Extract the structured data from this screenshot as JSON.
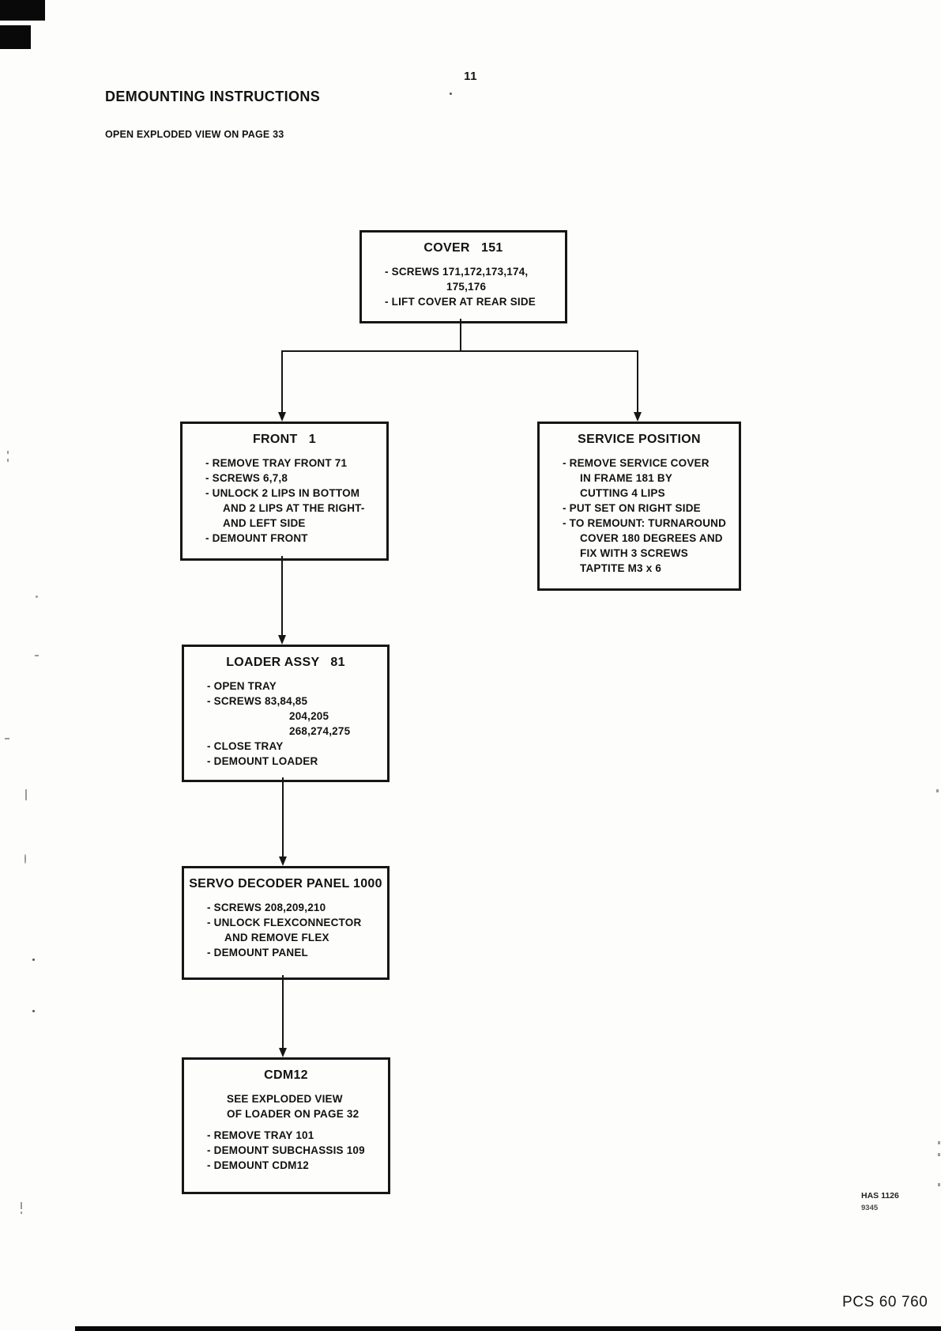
{
  "page": {
    "number": "11",
    "heading": "DEMOUNTING INSTRUCTIONS",
    "subheading": "OPEN EXPLODED VIEW ON PAGE 33",
    "stamp": {
      "line1": "HAS 1126",
      "line2": "9345"
    },
    "footer_code": "PCS 60 760"
  },
  "flowchart": {
    "boxes": {
      "cover": {
        "title": "COVER   151",
        "lines": [
          "- SCREWS 171,172,173,174,",
          "175,176",
          "- LIFT COVER AT REAR SIDE"
        ]
      },
      "front": {
        "title": "FRONT   1",
        "lines": [
          "- REMOVE TRAY FRONT 71",
          "- SCREWS 6,7,8",
          "- UNLOCK 2 LIPS IN BOTTOM",
          "AND 2 LIPS AT THE RIGHT-",
          "AND LEFT SIDE",
          "- DEMOUNT FRONT"
        ]
      },
      "service": {
        "title": "SERVICE POSITION",
        "lines": [
          "- REMOVE SERVICE COVER",
          "IN FRAME 181 BY",
          "CUTTING 4 LIPS",
          "- PUT SET ON RIGHT SIDE",
          "- TO REMOUNT: TURNAROUND",
          "COVER 180 DEGREES AND",
          "FIX WITH 3 SCREWS",
          "TAPTITE M3 x 6"
        ]
      },
      "loader": {
        "title": "LOADER ASSY   81",
        "lines": [
          "- OPEN TRAY",
          "- SCREWS 83,84,85",
          "204,205",
          "268,274,275",
          "- CLOSE TRAY",
          "- DEMOUNT LOADER"
        ]
      },
      "servo": {
        "title": "SERVO DECODER PANEL 1000",
        "lines": [
          "- SCREWS 208,209,210",
          "- UNLOCK FLEXCONNECTOR",
          "AND REMOVE FLEX",
          "- DEMOUNT PANEL"
        ]
      },
      "cdm12": {
        "title": "CDM12",
        "note_lines": [
          "SEE EXPLODED VIEW",
          "OF LOADER ON PAGE 32"
        ],
        "lines": [
          "- REMOVE TRAY 101",
          "- DEMOUNT SUBCHASSIS 109",
          "- DEMOUNT CDM12"
        ]
      }
    }
  }
}
